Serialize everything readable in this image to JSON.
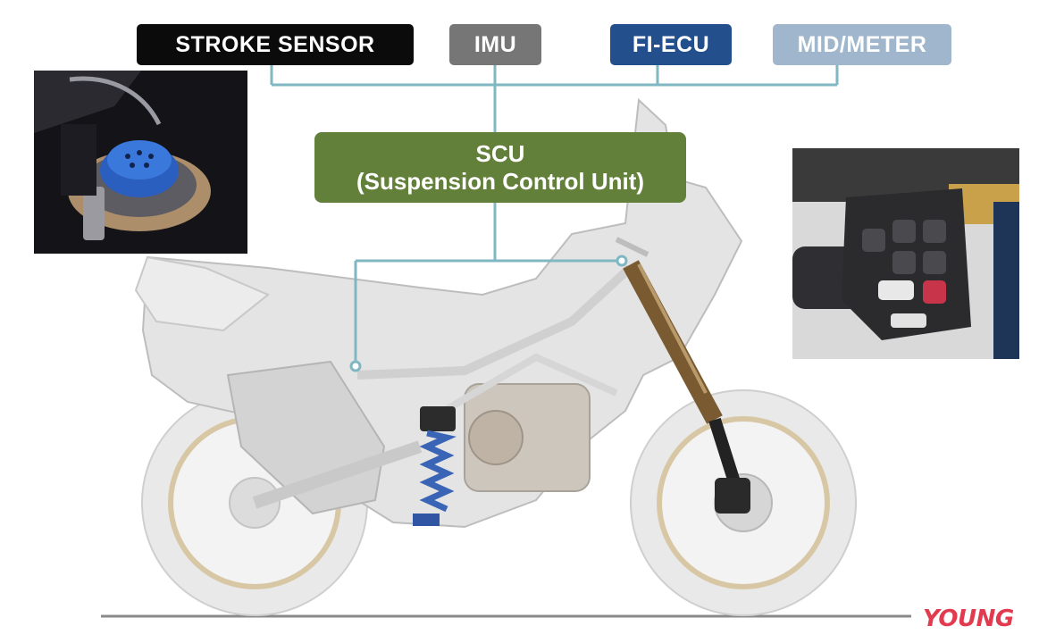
{
  "inputs": {
    "stroke_sensor": "STROKE SENSOR",
    "imu": "IMU",
    "fi_ecu": "FI-ECU",
    "mid_meter": "MID/METER"
  },
  "scu": {
    "line1": "SCU",
    "line2": "(Suspension Control Unit)"
  },
  "logo_text": "YOUNG",
  "colors": {
    "connector": "#7fb7c2",
    "stroke_chip": "#0b0b0b",
    "imu_chip": "#767676",
    "fiecu_chip": "#23508c",
    "mid_chip": "#9fb6cc",
    "scu_box": "#63803b",
    "logo": "#e23b4f"
  }
}
